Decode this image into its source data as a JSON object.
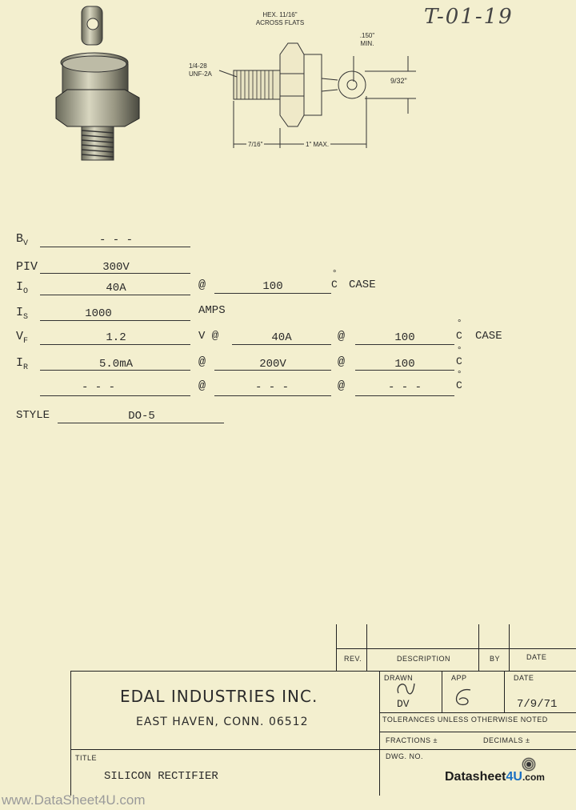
{
  "annotation": "T-01-19",
  "drawing": {
    "hex_label": "HEX. 11/16\" ACROSS FLATS",
    "thread_label": "1/4-28 UNF-2A",
    "hole_label": ".150\" MIN.",
    "height_label": "9/32\"",
    "dim1_label": "7/16\"",
    "dim2_label": "1\" MAX."
  },
  "specs": {
    "bv_label": "B",
    "bv_sub": "V",
    "bv_value": "- - -",
    "piv_label": "PIV",
    "piv_value": "300V",
    "io_label": "I",
    "io_sub": "O",
    "io_value": "40A",
    "io_at": "@",
    "io_temp": "100",
    "io_unit": "C",
    "io_case": "CASE",
    "is_label": "I",
    "is_sub": "S",
    "is_value": "1000",
    "is_unit": "AMPS",
    "vf_label": "V",
    "vf_sub": "F",
    "vf_value": "1.2",
    "vf_v_at": "V @",
    "vf_current": "40A",
    "vf_at2": "@",
    "vf_temp": "100",
    "vf_unit": "C",
    "vf_case": "CASE",
    "ir_label": "I",
    "ir_sub": "R",
    "ir_value": "5.0mA",
    "ir_at": "@",
    "ir_voltage": "200V",
    "ir_at2": "@",
    "ir_temp": "100",
    "ir_unit": "C",
    "row7_value": "- - -",
    "row7_at": "@",
    "row7_mid": "- - -",
    "row7_at2": "@",
    "row7_end": "- - -",
    "row7_unit": "C",
    "style_label": "STYLE",
    "style_value": "DO-5"
  },
  "title_block": {
    "rev": "REV.",
    "description": "DESCRIPTION",
    "by": "BY",
    "date": "DATE",
    "drawn": "DRAWN",
    "app": "APP",
    "date2": "DATE",
    "drawn_value": "DV",
    "date_value": "7/9/71",
    "company": "EDAL INDUSTRIES INC.",
    "address": "EAST HAVEN, CONN. 06512",
    "tolerances": "TOLERANCES UNLESS OTHERWISE NOTED",
    "fractions": "FRACTIONS ±",
    "decimals": "DECIMALS ±",
    "title_label": "TITLE",
    "title_value": "SILICON RECTIFIER",
    "dwg_no": "DWG. NO."
  },
  "watermark": {
    "left": "www.DataSheet4U.com",
    "brand_a": "Datasheet",
    "brand_b": "4U",
    "brand_c": ".com"
  }
}
